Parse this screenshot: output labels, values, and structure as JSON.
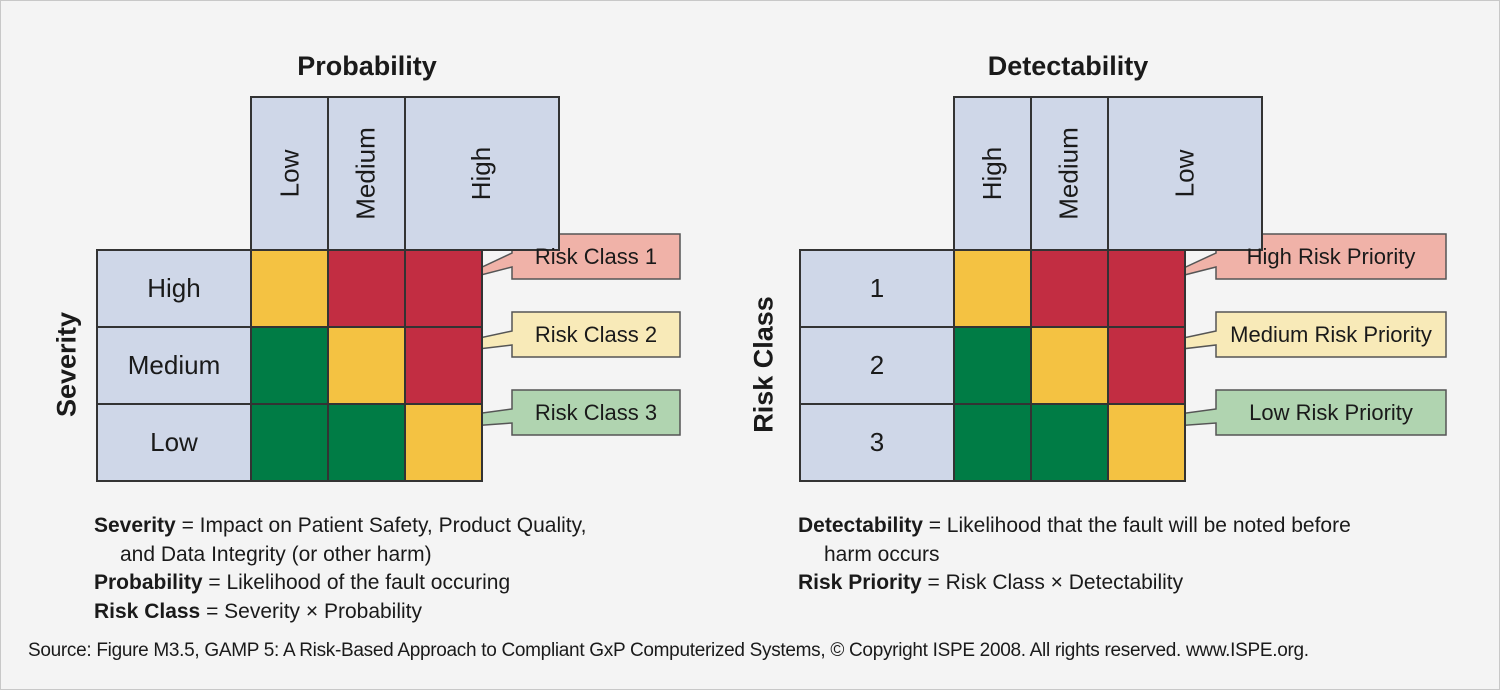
{
  "colors": {
    "header": "#cfd7e8",
    "high": "#c22d42",
    "medium": "#f4c242",
    "low": "#007c45",
    "callout_high": "#f0b2a8",
    "callout_medium": "#f8eab8",
    "callout_low": "#b0d4b0"
  },
  "left": {
    "title": "Probability",
    "axis_label": "Severity",
    "columns": [
      "Low",
      "Medium",
      "High"
    ],
    "rows": [
      "High",
      "Medium",
      "Low"
    ],
    "matrix": [
      [
        "medium",
        "high",
        "high"
      ],
      [
        "low",
        "medium",
        "high"
      ],
      [
        "low",
        "low",
        "medium"
      ]
    ],
    "callouts": [
      "Risk Class 1",
      "Risk Class 2",
      "Risk Class 3"
    ],
    "notes": [
      {
        "term": "Severity",
        "def": " = Impact on Patient Safety, Product Quality,",
        "cont": "and Data Integrity (or other harm)"
      },
      {
        "term": "Probability",
        "def": " = Likelihood of the fault occuring"
      },
      {
        "term": "Risk Class",
        "def": " = Severity × Probability"
      }
    ]
  },
  "right": {
    "title": "Detectability",
    "axis_label": "Risk Class",
    "columns": [
      "High",
      "Medium",
      "Low"
    ],
    "rows": [
      "1",
      "2",
      "3"
    ],
    "matrix": [
      [
        "medium",
        "high",
        "high"
      ],
      [
        "low",
        "medium",
        "high"
      ],
      [
        "low",
        "low",
        "medium"
      ]
    ],
    "callouts": [
      "High Risk Priority",
      "Medium Risk Priority",
      "Low Risk Priority"
    ],
    "notes": [
      {
        "term": "Detectability",
        "def": " = Likelihood that the fault will be noted before",
        "cont": "harm occurs"
      },
      {
        "term": "Risk Priority",
        "def": " = Risk Class × Detectability"
      }
    ]
  },
  "source": "Source: Figure M3.5, GAMP 5: A Risk-Based Approach to Compliant GxP Computerized Systems, © Copyright ISPE 2008. All rights reserved. www.ISPE.org."
}
